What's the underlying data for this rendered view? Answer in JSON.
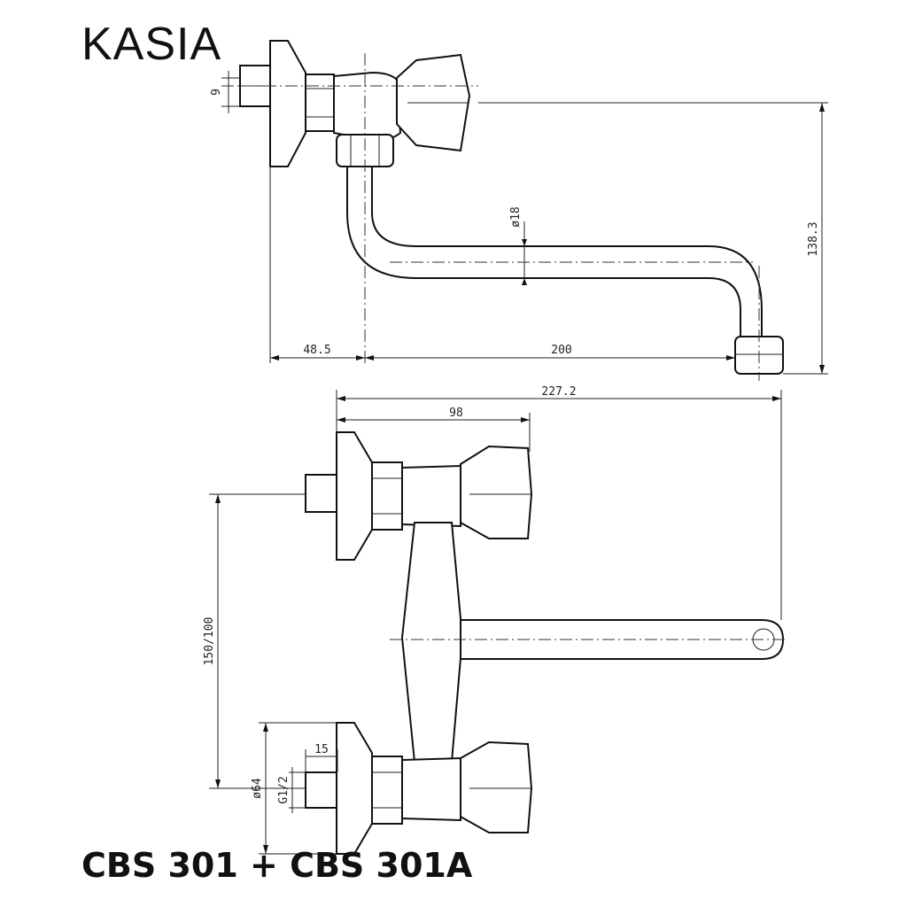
{
  "header": {
    "title": "KASIA"
  },
  "footer": {
    "model": "CBS 301 + CBS 301A"
  },
  "dimensions": {
    "d_9": "9",
    "d_18": "ø18",
    "d_1383": "138.3",
    "d_485": "48.5",
    "d_200": "200",
    "d_2272": "227.2",
    "d_98": "98",
    "d_150_100": "150/100",
    "d_15": "15",
    "d_64": "ø64",
    "d_g12": "G1/2"
  }
}
